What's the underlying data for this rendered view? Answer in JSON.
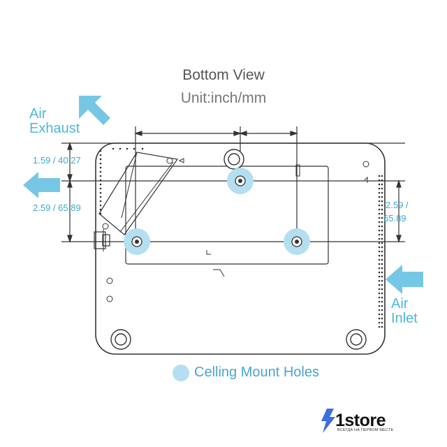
{
  "title": "Bottom View",
  "unit": "Unit:inch/mm",
  "air_exhaust": {
    "line1": "Air",
    "line2": "Exhaust"
  },
  "air_inlet": {
    "line1": "Air",
    "line2": "Inlet"
  },
  "dimensions": {
    "a": "1.59 / 40.27",
    "b": "2.59 / 65.89",
    "c_line1": "2.59 /",
    "c_line2": "65.89"
  },
  "legend": {
    "label": "Celling Mount Holes"
  },
  "brand": {
    "name": "1store",
    "tagline": "ВСЕГДА НА ПЕРВОМ МЕСТЕ"
  },
  "colors": {
    "accent": "#4bb8dc",
    "hole_fill": "#b3dff0",
    "outline": "#333333",
    "arrow": "#4bb8dc",
    "logo_bolt": "#3b6fe0"
  }
}
